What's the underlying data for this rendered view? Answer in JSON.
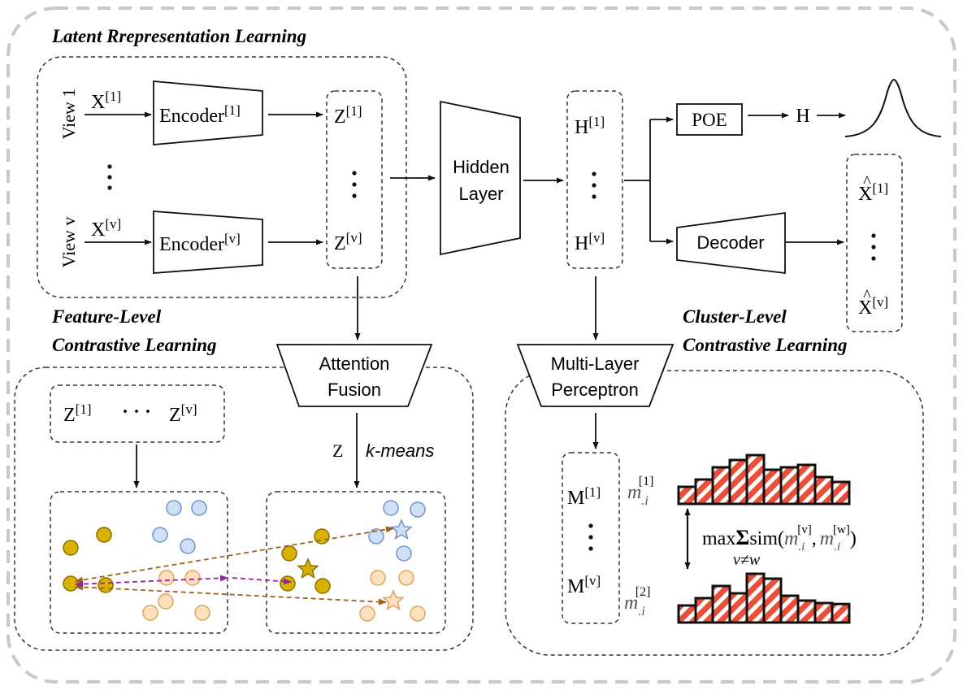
{
  "sections": {
    "latent": "Latent Rrepresentation Learning",
    "feature_line1": "Feature-Level",
    "feature_line2": "Contrastive Learning",
    "cluster_line1": "Cluster-Level",
    "cluster_line2": "Contrastive Learning"
  },
  "views": {
    "view1": "View 1",
    "viewv": "View v",
    "x1_base": "X",
    "x1_sup": "[1]",
    "xv_base": "X",
    "xv_sup": "[v]"
  },
  "encoders": {
    "enc1_base": "Encoder",
    "enc1_sup": "[1]",
    "encv_base": "Encoder",
    "encv_sup": "[v]"
  },
  "latent_z": {
    "z1_base": "Z",
    "z1_sup": "[1]",
    "zv_base": "Z",
    "zv_sup": "[v]"
  },
  "hidden": {
    "line1": "Hidden",
    "line2": "Layer"
  },
  "h_col": {
    "h1_base": "H",
    "h1_sup": "[1]",
    "hv_base": "H",
    "hv_sup": "[v]"
  },
  "poe": {
    "label": "POE",
    "out": "H"
  },
  "decoder": {
    "label": "Decoder"
  },
  "xhat": {
    "x1_base": "X",
    "x1_sup": "[1]",
    "xv_base": "X",
    "xv_sup": "[v]"
  },
  "attention": {
    "line1": "Attention",
    "line2": "Fusion"
  },
  "mlp": {
    "line1": "Multi-Layer",
    "line2": "Perceptron"
  },
  "feature_box": {
    "z1_base": "Z",
    "z1_sup": "[1]",
    "dots": "· · ·",
    "zv_base": "Z",
    "zv_sup": "[v]"
  },
  "kmeans": {
    "z": "Z",
    "label": "k-means"
  },
  "m_col": {
    "m1_base": "M",
    "m1_sup": "[1]",
    "mv_base": "M",
    "mv_sup": "[v]"
  },
  "histo": {
    "top_base": "m",
    "top_sub": ".i",
    "top_sup": "[1]",
    "bot_base": "m",
    "bot_sub": ".i",
    "bot_sup": "[2]",
    "formula_max": "max",
    "formula_sigma": "Σ",
    "formula_sim": "sim(",
    "formula_m": "m",
    "formula_sub": ".i",
    "formula_sup_v": "[v]",
    "formula_sup_w": "[w]",
    "formula_comma": ",",
    "formula_close": ")",
    "formula_under": "v≠w",
    "top_values": [
      0.35,
      0.5,
      0.75,
      0.9,
      1.0,
      0.7,
      0.75,
      0.8,
      0.55,
      0.45
    ],
    "bot_values": [
      0.35,
      0.5,
      0.75,
      0.6,
      1.0,
      0.9,
      0.55,
      0.45,
      0.4,
      0.38
    ]
  },
  "colors": {
    "gold": "#d9b200",
    "gold_stroke": "#8a6d00",
    "peach": "#fde0bd",
    "peach_stroke": "#e0a45a",
    "blue": "#cfe0f5",
    "blue_stroke": "#6f93c8",
    "brown_arrow": "#a0611e",
    "purple_arrow": "#9b1fa3",
    "bar_red": "#e8503a"
  }
}
